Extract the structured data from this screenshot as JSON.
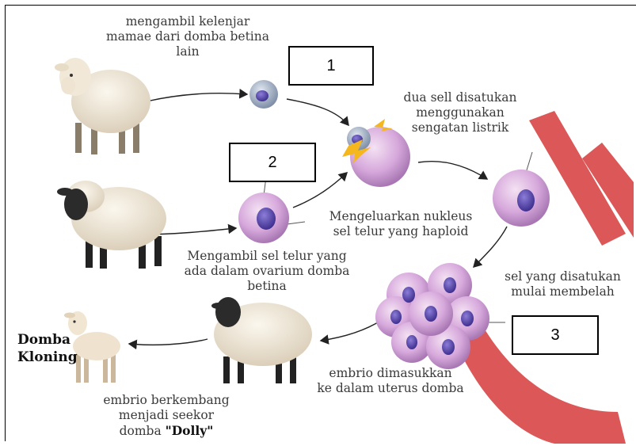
{
  "labels": {
    "donor": [
      "mengambil kelenjar",
      "mamae dari domba betina",
      "lain"
    ],
    "fused": [
      "dua sell disatukan",
      "menggunakan",
      "sengatan listrik"
    ],
    "egg": [
      "Mengambil sel telur yang",
      "ada dalam ovarium domba",
      "betina"
    ],
    "nucleus_removed": [
      "Mengeluarkan nukleus",
      "sel telur yang haploid"
    ],
    "dividing": [
      "sel yang disatukan",
      "mulai membelah"
    ],
    "implanted": [
      "embrio dimasukkan",
      "ke dalam uterus domba"
    ],
    "develop": [
      "embrio berkembang",
      "menjadi seekor"
    ],
    "develop_last_prefix": "domba ",
    "develop_last_bold": "\"Dolly\"",
    "cloned": [
      "Domba",
      "Kloning"
    ]
  },
  "boxes": {
    "one": "1",
    "two": "2",
    "three": "3"
  },
  "colors": {
    "watermark": "#d63a3a",
    "cell_purple": "#c69bd2",
    "nucleus": "#4a3a9a",
    "donor_cell": "#7f8fa8",
    "sheep_wool": "#efe6d6",
    "sheep_black": "#2b2b2b",
    "arrow": "#222222"
  },
  "icons": {
    "white_sheep": "white-sheep-icon",
    "black_face_sheep": "black-face-sheep-icon",
    "surrogate_sheep": "surrogate-sheep-icon",
    "lamb": "lamb-icon",
    "spark": "spark-icon"
  }
}
